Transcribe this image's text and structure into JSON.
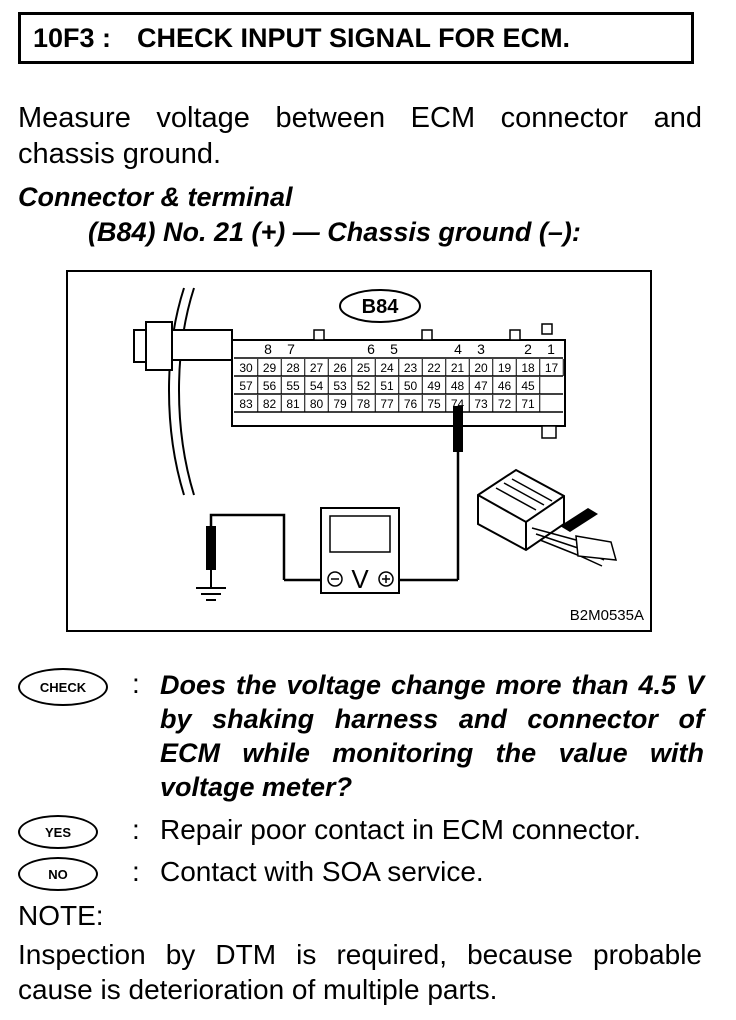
{
  "header": {
    "code": "10F3 :",
    "title": "CHECK INPUT SIGNAL FOR ECM."
  },
  "intro": "Measure voltage between ECM connector and chassis ground.",
  "connector_heading": "Connector & terminal",
  "connector_detail": "(B84) No. 21 (+) — Chassis ground (–):",
  "diagram": {
    "connector_id": "B84",
    "figure_code": "B2M0535A",
    "meter_symbol": "V",
    "top_row_terms": [
      "8",
      "7",
      "6",
      "5",
      "4",
      "3",
      "2",
      "1"
    ],
    "row2_terms": [
      "30",
      "29",
      "28",
      "27",
      "26",
      "25",
      "24",
      "23",
      "22",
      "21",
      "20",
      "19",
      "18",
      "17"
    ],
    "row3_terms": [
      "57",
      "56",
      "55",
      "54",
      "53",
      "52",
      "51",
      "50",
      "49",
      "48",
      "47",
      "46",
      "45"
    ],
    "row4_terms": [
      "83",
      "82",
      "81",
      "80",
      "79",
      "78",
      "77",
      "76",
      "75",
      "74",
      "73",
      "72",
      "71"
    ]
  },
  "check": {
    "badge": "CHECK",
    "question": "Does the voltage change more than 4.5 V by shaking harness and connector of ECM while monitoring the value with voltage meter?"
  },
  "yes": {
    "badge": "YES",
    "answer": "Repair poor contact in ECM connector."
  },
  "no": {
    "badge": "NO",
    "answer": "Contact with SOA service."
  },
  "note": {
    "label": "NOTE:",
    "text": "Inspection by DTM is required, because probable cause is deterioration of multiple parts."
  },
  "colon": ":"
}
